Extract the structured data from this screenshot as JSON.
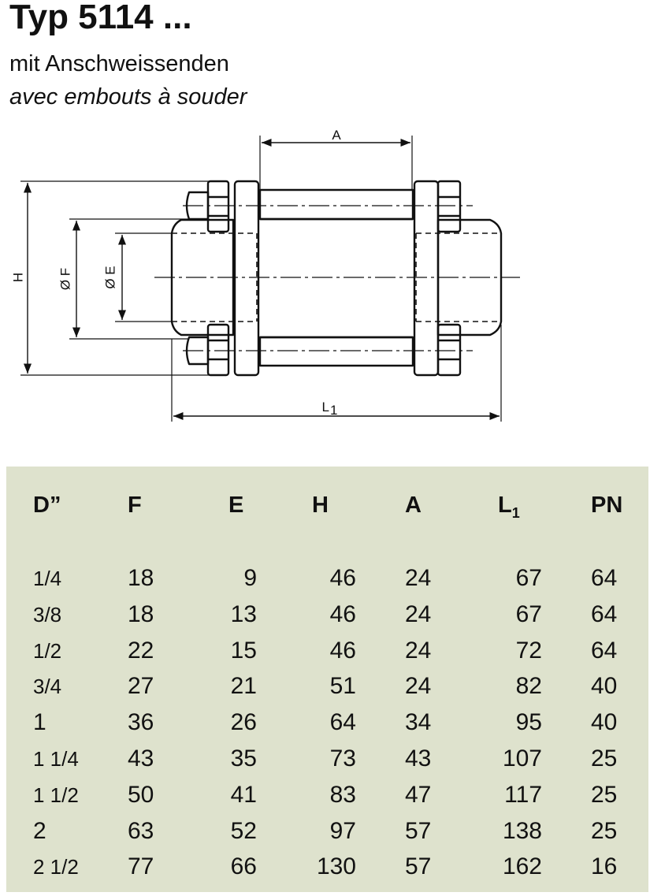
{
  "header": {
    "title": "Typ 5114 ...",
    "subtitle_de": "mit Anschweissenden",
    "subtitle_fr": "avec embouts à souder"
  },
  "drawing": {
    "labels": {
      "a": "A",
      "h": "H",
      "f": "Ø F",
      "e": "Ø E",
      "l": "L",
      "l_sub": "1"
    }
  },
  "table": {
    "headers": {
      "d": "D”",
      "f": "F",
      "e": "E",
      "h": "H",
      "a": "A",
      "l": "L",
      "l_sub": "1",
      "pn": "PN"
    },
    "rows": [
      {
        "d": "1/4",
        "f": "18",
        "e": "9",
        "h": "46",
        "a": "24",
        "l1": "67",
        "pn": "64"
      },
      {
        "d": "3/8",
        "f": "18",
        "e": "13",
        "h": "46",
        "a": "24",
        "l1": "67",
        "pn": "64"
      },
      {
        "d": "1/2",
        "f": "22",
        "e": "15",
        "h": "46",
        "a": "24",
        "l1": "72",
        "pn": "64"
      },
      {
        "d": "3/4",
        "f": "27",
        "e": "21",
        "h": "51",
        "a": "24",
        "l1": "82",
        "pn": "40"
      },
      {
        "d": "1",
        "f": "36",
        "e": "26",
        "h": "64",
        "a": "34",
        "l1": "95",
        "pn": "40"
      },
      {
        "d": "1 1/4",
        "f": "43",
        "e": "35",
        "h": "73",
        "a": "43",
        "l1": "107",
        "pn": "25"
      },
      {
        "d": "1 1/2",
        "f": "50",
        "e": "41",
        "h": "83",
        "a": "47",
        "l1": "117",
        "pn": "25"
      },
      {
        "d": "2",
        "f": "63",
        "e": "52",
        "h": "97",
        "a": "57",
        "l1": "138",
        "pn": "25"
      },
      {
        "d": "2 1/2",
        "f": "77",
        "e": "66",
        "h": "130",
        "a": "57",
        "l1": "162",
        "pn": "16"
      }
    ]
  },
  "colors": {
    "table_background": "#dee2cd",
    "text": "#111111"
  }
}
